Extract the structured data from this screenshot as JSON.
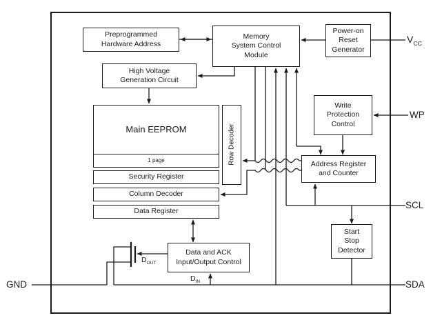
{
  "blocks": {
    "preprogrammed": "Preprogrammed\nHardware Address",
    "memory": "Memory\nSystem Control\nModule",
    "por": "Power-on\nReset\nGenerator",
    "hv": "High Voltage\nGeneration Circuit",
    "eeprom": "Main EEPROM",
    "one_page": "1 page",
    "row_decoder": "Row Decoder",
    "security": "Security Register",
    "column_decoder": "Column Decoder",
    "data_register": "Data Register",
    "write_protection": "Write\nProtection\nControl",
    "address_register": "Address Register\nand Counter",
    "start_stop": "Start\nStop\nDetector",
    "data_ack": "Data and ACK\nInput/Output Control"
  },
  "pins": {
    "vcc": {
      "base": "V",
      "sub": "CC"
    },
    "wp": "WP",
    "scl": "SCL",
    "sda": "SDA",
    "gnd": "GND"
  },
  "signals": {
    "dout": {
      "base": "D",
      "sub": "OUT"
    },
    "din": {
      "base": "D",
      "sub": "IN"
    }
  }
}
